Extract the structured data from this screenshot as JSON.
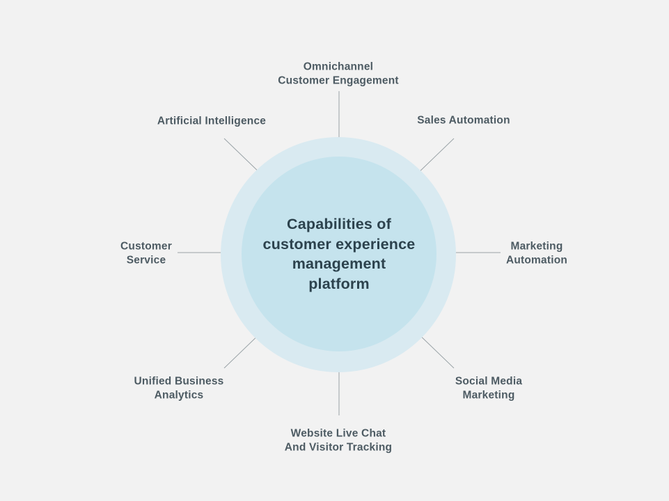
{
  "center": {
    "title": "Capabilities of customer experience management platform",
    "lines": [
      "Capabilities of",
      "customer experience",
      "management",
      "platform"
    ]
  },
  "nodes": [
    {
      "name": "omnichannel-customer-engagement",
      "position": "top",
      "lines": [
        "Omnichannel",
        "Customer Engagement"
      ]
    },
    {
      "name": "artificial-intelligence",
      "position": "top-left",
      "lines": [
        "Artificial Intelligence"
      ]
    },
    {
      "name": "sales-automation",
      "position": "top-right",
      "lines": [
        "Sales Automation"
      ]
    },
    {
      "name": "customer-service",
      "position": "left",
      "lines": [
        "Customer",
        "Service"
      ]
    },
    {
      "name": "marketing-automation",
      "position": "right",
      "lines": [
        "Marketing",
        "Automation"
      ]
    },
    {
      "name": "unified-business-analytics",
      "position": "bottom-left",
      "lines": [
        "Unified Business",
        "Analytics"
      ]
    },
    {
      "name": "social-media-marketing",
      "position": "bottom-right",
      "lines": [
        "Social Media",
        "Marketing"
      ]
    },
    {
      "name": "website-live-chat",
      "position": "bottom",
      "lines": [
        "Website Live Chat",
        "And Visitor Tracking"
      ]
    }
  ],
  "colors": {
    "background": "#f2f2f2",
    "outer_circle": "#d9eaf1",
    "inner_circle": "#c5e3ed",
    "center_text": "#2c424d",
    "label_text": "#4d5b63",
    "connector": "#9aa3a7"
  }
}
